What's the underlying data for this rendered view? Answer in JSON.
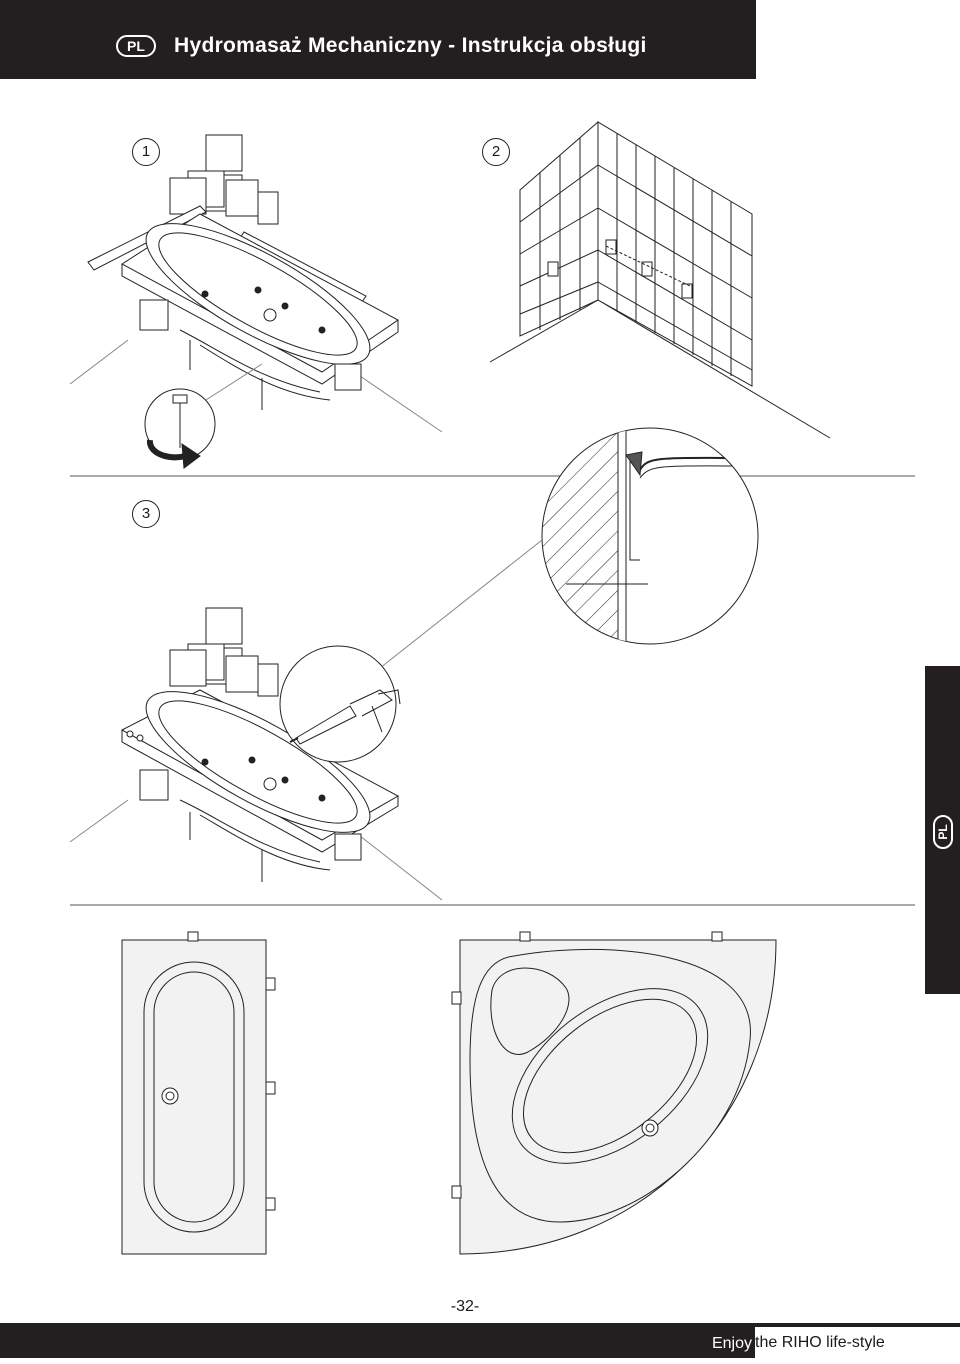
{
  "header": {
    "lang_badge": "PL",
    "title": "Hydromasaż Mechaniczny - Instrukcja obsługi"
  },
  "steps": [
    "1",
    "2",
    "3"
  ],
  "side_tab": {
    "lang_badge": "PL"
  },
  "page_number": "-32-",
  "footer": {
    "enjoy": "Enjoy",
    "brand": "the RIHO life-style"
  },
  "colors": {
    "dark": "#231f20",
    "line": "#222222",
    "tile": "#ffffff"
  },
  "icons": [
    "caulking-gun-icon",
    "rotate-arrow-icon",
    "wall-bracket-icon"
  ]
}
